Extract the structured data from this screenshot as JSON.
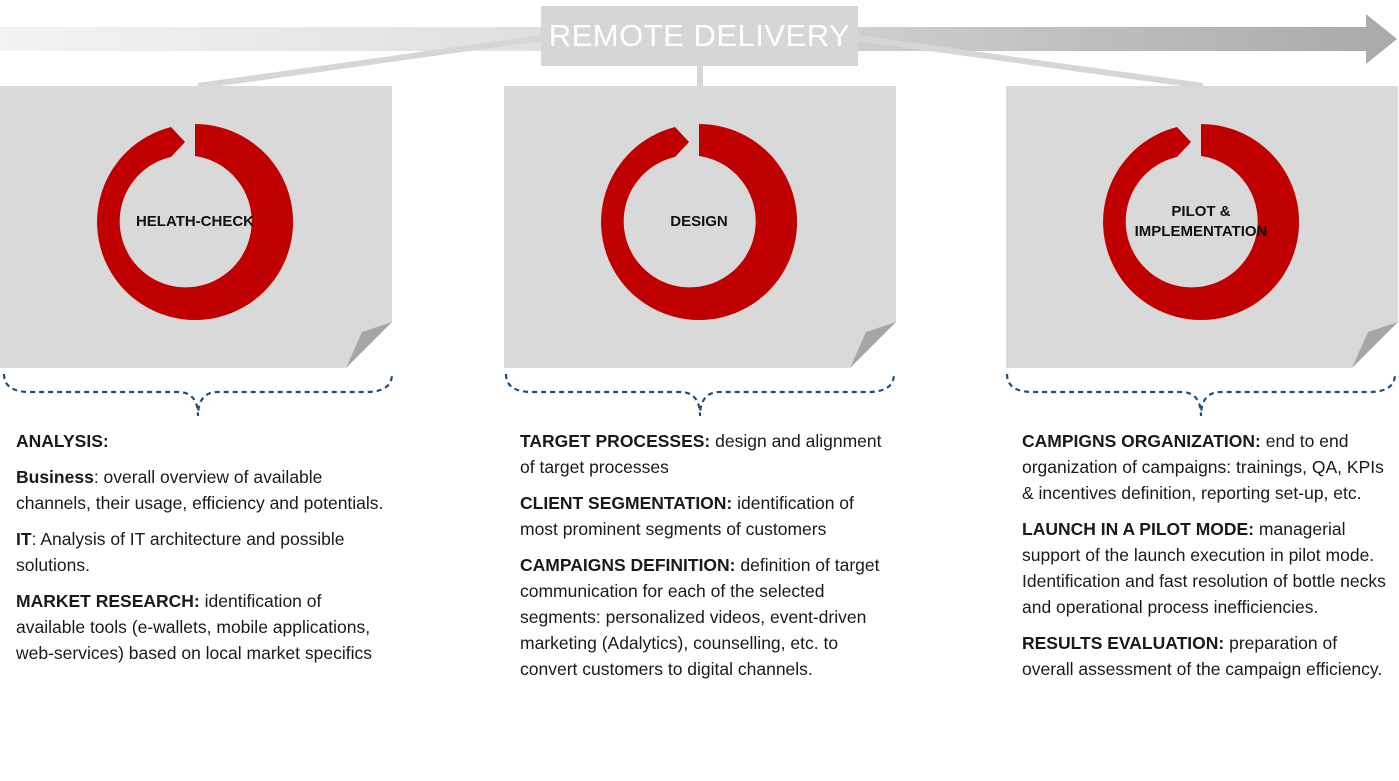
{
  "banner": {
    "label": "REMOTE DELIVERY"
  },
  "colors": {
    "ring": "#c00000",
    "card": "#d9d9d9",
    "fold": "#a6a6a6",
    "brace": "#1f4e79",
    "banner_bg": "#d6d6d6"
  },
  "stages": [
    {
      "label": "HELATH-CHECK",
      "items": [
        {
          "title": "ANALYSIS:",
          "sep": "",
          "text": ""
        },
        {
          "title": "Business",
          "sep": ": ",
          "text": "overall overview of available channels, their usage, efficiency and potentials."
        },
        {
          "title": "IT",
          "sep": ": ",
          "text": "Analysis of IT architecture and possible solutions."
        },
        {
          "title": "MARKET RESEARCH:",
          "sep": " ",
          "text": "identification of available tools (e-wallets, mobile applications, web-services) based on local market specifics"
        }
      ]
    },
    {
      "label": "DESIGN",
      "items": [
        {
          "title": "TARGET PROCESSES:",
          "sep": " ",
          "text": "design and alignment of target processes"
        },
        {
          "title": "CLIENT SEGMENTATION:",
          "sep": " ",
          "text": "identification of most prominent segments of customers"
        },
        {
          "title": "CAMPAIGNS DEFINITION:",
          "sep": " ",
          "text": "definition of target communication for each of the selected segments: personalized videos, event-driven marketing (Adalytics), counselling, etc. to convert customers to digital channels."
        }
      ]
    },
    {
      "label": "PILOT & IMPLEMENTATION",
      "items": [
        {
          "title": "CAMPIGNS ORGANIZATION:",
          "sep": " ",
          "text": "end to end organization of campaigns: trainings, QA, KPIs & incentives definition, reporting set-up, etc."
        },
        {
          "title": "LAUNCH IN A PILOT MODE:",
          "sep": " ",
          "text": "managerial support of the launch execution in pilot mode. Identification and fast resolution of bottle necks and operational process inefficiencies."
        },
        {
          "title": "RESULTS EVALUATION:",
          "sep": " ",
          "text": "preparation of overall assessment of the campaign efficiency."
        }
      ]
    }
  ]
}
